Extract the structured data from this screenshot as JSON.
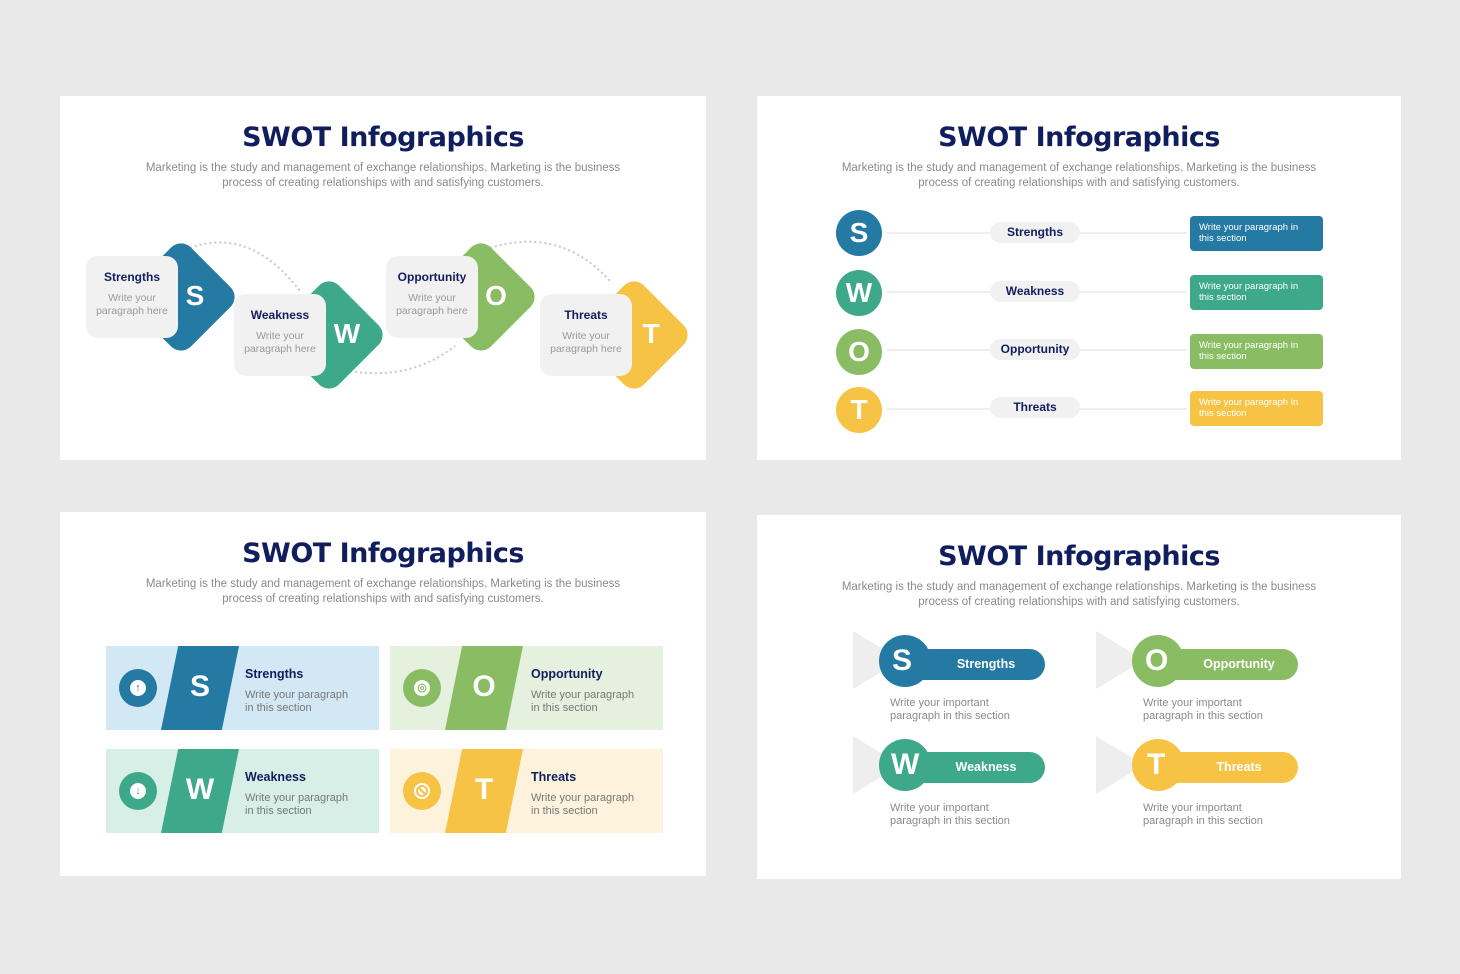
{
  "colors": {
    "background": "#e9e9e9",
    "panel": "#ffffff",
    "title": "#111e5e",
    "subtitle": "#8a8a8a",
    "strengths": "#257aa3",
    "weakness": "#3ea88a",
    "opportunity": "#8abd63",
    "threats": "#f7c345",
    "strengths_light": "#d2e8f4",
    "weakness_light": "#d7efe7",
    "opportunity_light": "#e6f0de",
    "threats_light": "#fdf3dc",
    "card_gray": "#f1f1f1"
  },
  "panels": [
    {
      "title": "SWOT Infographics",
      "subtitle": "Marketing is the study and management of exchange relationships. Marketing is the business process of creating relationships with and satisfying customers.",
      "items": [
        {
          "letter": "S",
          "label": "Strengths",
          "text": "Write your paragraph here"
        },
        {
          "letter": "W",
          "label": "Weakness",
          "text": "Write your paragraph here"
        },
        {
          "letter": "O",
          "label": "Opportunity",
          "text": "Write your paragraph here"
        },
        {
          "letter": "T",
          "label": "Threats",
          "text": "Write your paragraph here"
        }
      ]
    },
    {
      "title": "SWOT Infographics",
      "subtitle": "Marketing is the study and management of exchange relationships. Marketing is the business process of creating relationships with and satisfying customers.",
      "items": [
        {
          "letter": "S",
          "label": "Strengths",
          "text": "Write your paragraph in this section"
        },
        {
          "letter": "W",
          "label": "Weakness",
          "text": "Write your paragraph in this section"
        },
        {
          "letter": "O",
          "label": "Opportunity",
          "text": "Write your paragraph in this section"
        },
        {
          "letter": "T",
          "label": "Threats",
          "text": "Write your paragraph in this section"
        }
      ]
    },
    {
      "title": "SWOT Infographics",
      "subtitle": "Marketing is the study and management of exchange relationships. Marketing is the business process of creating relationships with and satisfying customers.",
      "items": [
        {
          "letter": "S",
          "label": "Strengths",
          "text": "Write your paragraph in this section",
          "icon": "arrow-up-circle-icon",
          "glyph": "↑"
        },
        {
          "letter": "O",
          "label": "Opportunity",
          "text": "Write your paragraph in this section",
          "icon": "target-icon",
          "glyph": "◎"
        },
        {
          "letter": "W",
          "label": "Weakness",
          "text": "Write your paragraph in this section",
          "icon": "arrow-down-circle-icon",
          "glyph": "↓"
        },
        {
          "letter": "T",
          "label": "Threats",
          "text": "Write your paragraph in this section",
          "icon": "prohibited-icon",
          "glyph": "⃠"
        }
      ]
    },
    {
      "title": "SWOT Infographics",
      "subtitle": "Marketing is the study and management of exchange relationships. Marketing is the business process of creating relationships with and satisfying customers.",
      "items": [
        {
          "letter": "S",
          "label": "Strengths",
          "text": "Write your important paragraph in this section"
        },
        {
          "letter": "O",
          "label": "Opportunity",
          "text": "Write your important paragraph in this section"
        },
        {
          "letter": "W",
          "label": "Weakness",
          "text": "Write your important paragraph in this section"
        },
        {
          "letter": "T",
          "label": "Threats",
          "text": "Write your important paragraph in this section"
        }
      ]
    }
  ]
}
